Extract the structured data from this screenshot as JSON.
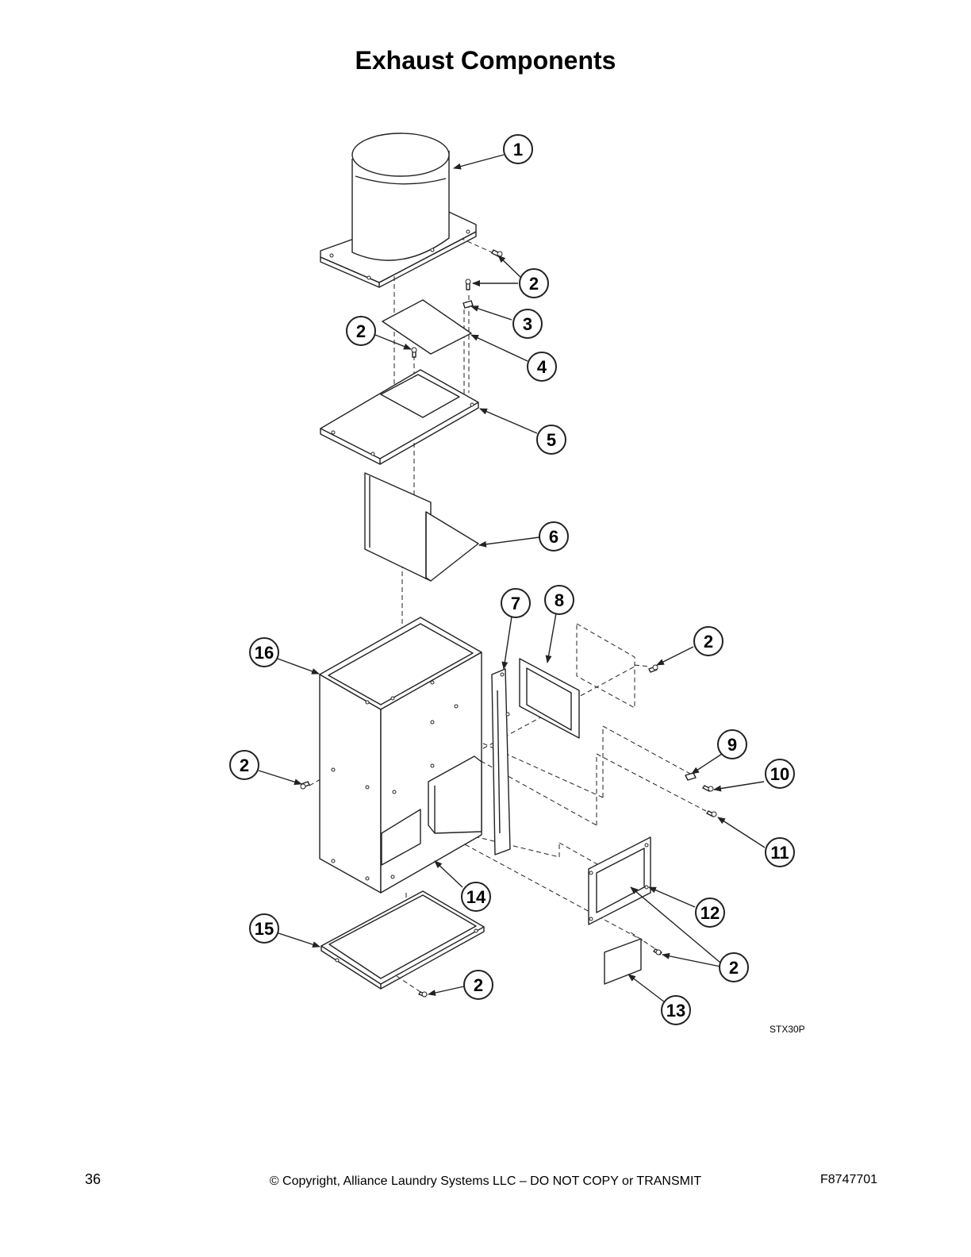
{
  "title": "Exhaust Components",
  "drawing_id": "STX30P",
  "callouts": [
    {
      "label": "1"
    },
    {
      "label": "2"
    },
    {
      "label": "2"
    },
    {
      "label": "3"
    },
    {
      "label": "2"
    },
    {
      "label": "4"
    },
    {
      "label": "5"
    },
    {
      "label": "6"
    },
    {
      "label": "7"
    },
    {
      "label": "8"
    },
    {
      "label": "16"
    },
    {
      "label": "2"
    },
    {
      "label": "2"
    },
    {
      "label": "9"
    },
    {
      "label": "10"
    },
    {
      "label": "11"
    },
    {
      "label": "14"
    },
    {
      "label": "12"
    },
    {
      "label": "15"
    },
    {
      "label": "2"
    },
    {
      "label": "2"
    },
    {
      "label": "13"
    }
  ],
  "footer": {
    "page_number": "36",
    "copyright": "© Copyright, Alliance Laundry Systems LLC – DO NOT COPY or TRANSMIT",
    "document_number": "F8747701"
  }
}
